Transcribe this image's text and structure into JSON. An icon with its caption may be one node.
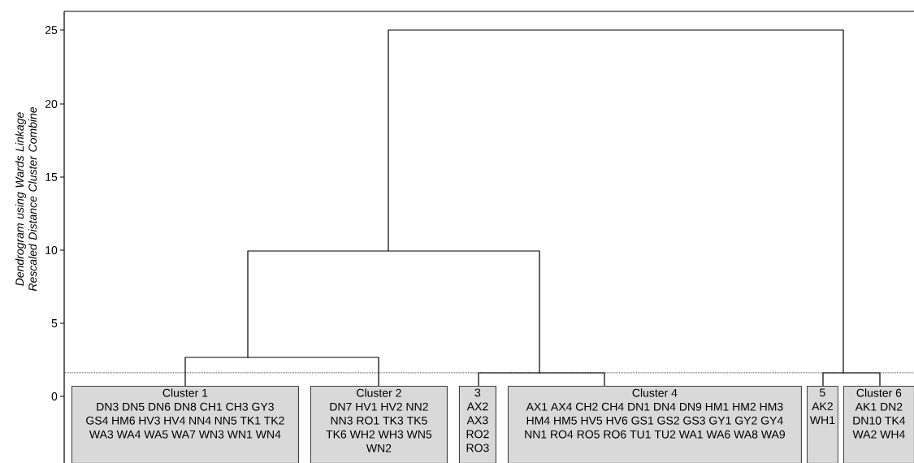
{
  "diagram": {
    "nodes": [
      {
        "text": [
          "Cluster 1",
          "DN3 DN5 DN6 DN8 CH1 CH3 GY3 GS4 HM6 HV3 HV4 NN4 NN5 TK1 TK2 WA3 WA4 WA5 WA7 WN3 WN1 WN4"
        ]
      },
      {
        "text": [
          "Cluster 2",
          "DN7 HV1 HV2 NN2 NN3 RO1 TK3 TK5 TK6 WH2 WH3 WN5 WN2"
        ]
      },
      {
        "text": [
          "3",
          "AX2 AX3 RO2 RO3"
        ]
      },
      {
        "text": [
          "Cluster 4",
          "AX1 AX4 CH2 CH4 DN1 DN4 DN9 HM1 HM2 HM3 HM4 HM5 HV5 HV6 GS1 GS2 GS3 GY1 GY2 GY4 NN1 RO4 RO5 RO6 TU1 TU2 WA1 WA6 WA8 WA9"
        ]
      },
      {
        "text": [
          "5",
          "AK2 WH1"
        ]
      },
      {
        "text": [
          "Cluster 6",
          "AK1 DN2 DN10 TK4 WA2 WH4"
        ]
      }
    ],
    "edges": [
      {
        "from": 0,
        "to": 1,
        "arrow": "none"
      },
      {
        "from": 2,
        "to": 3,
        "arrow": "none"
      },
      {
        "from": 4,
        "to": 5,
        "arrow": "none"
      }
    ],
    "labels": [
      "Dendrogram using Wards Linkage Rescaled Distance Cluster Combine",
      "25",
      "20",
      "15",
      "10",
      "5",
      "0"
    ]
  }
}
